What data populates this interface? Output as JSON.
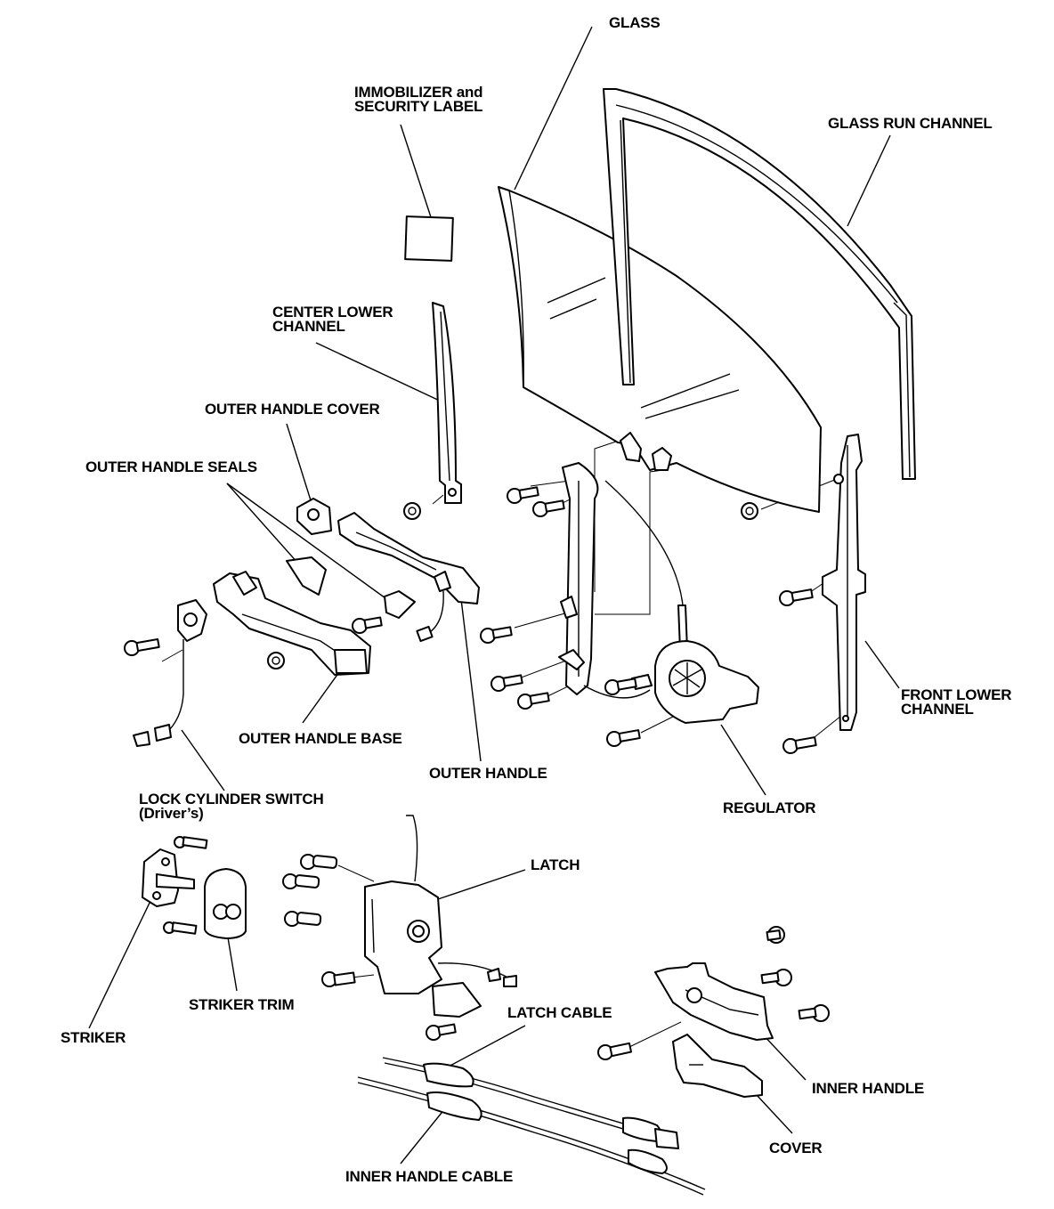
{
  "labels": {
    "glass": "GLASS",
    "immobilizer_1": "IMMOBILIZER and",
    "immobilizer_2": "SECURITY LABEL",
    "glass_run_channel": "GLASS RUN CHANNEL",
    "center_lower_1": "CENTER LOWER",
    "center_lower_2": "CHANNEL",
    "outer_handle_cover": "OUTER HANDLE COVER",
    "outer_handle_seals": "OUTER HANDLE SEALS",
    "front_lower_1": "FRONT LOWER",
    "front_lower_2": "CHANNEL",
    "outer_handle_base": "OUTER HANDLE BASE",
    "outer_handle": "OUTER HANDLE",
    "lock_cylinder_1": "LOCK CYLINDER SWITCH",
    "lock_cylinder_2": "(Driver’s)",
    "regulator": "REGULATOR",
    "latch": "LATCH",
    "striker_trim": "STRIKER TRIM",
    "striker": "STRIKER",
    "latch_cable": "LATCH CABLE",
    "inner_handle": "INNER HANDLE",
    "cover": "COVER",
    "inner_handle_cable": "INNER HANDLE CABLE"
  }
}
